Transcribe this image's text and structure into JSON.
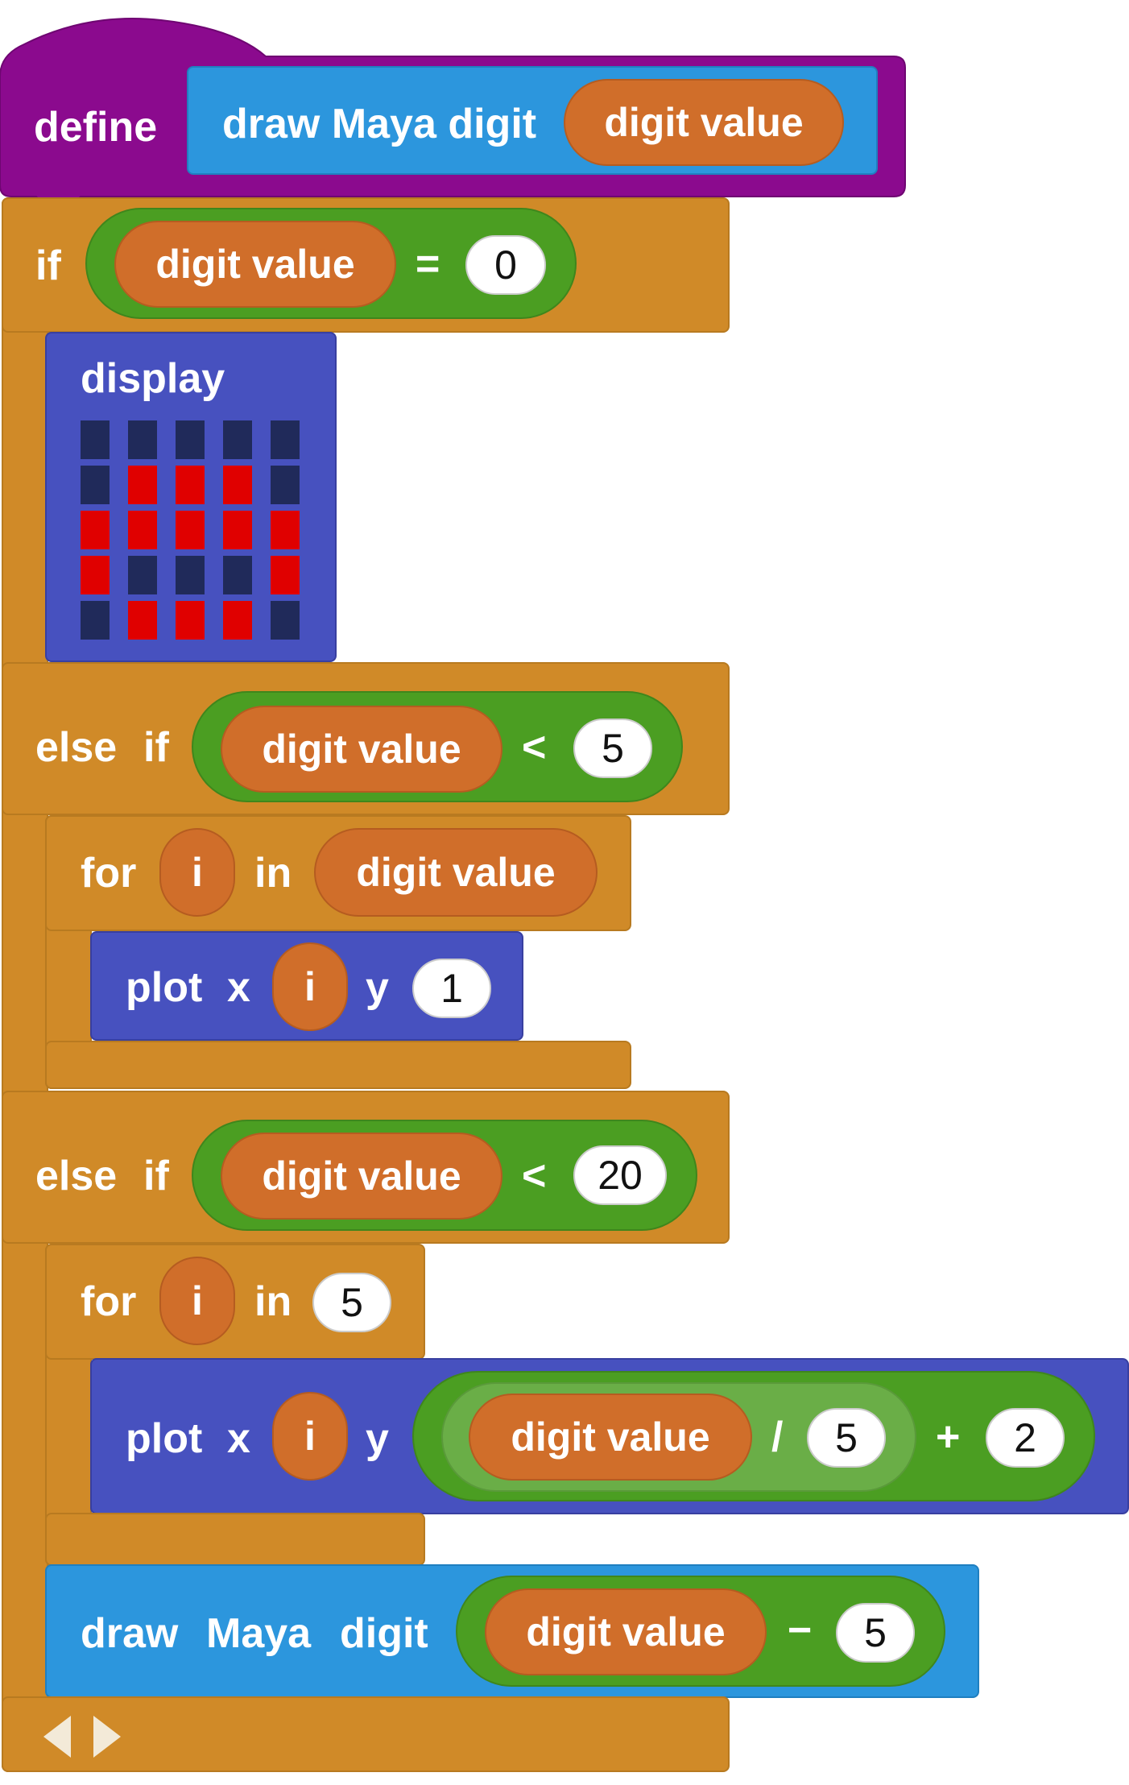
{
  "colors": {
    "control": "#d08a28",
    "define": "#8b0a8e",
    "custom_block": "#2c96dd",
    "display_block": "#4751bf",
    "operator": "#4b9e22",
    "operator_nested": "#6aae47",
    "variable": "#d06e2a",
    "led_on": "#e00000",
    "led_off": "#202a5a"
  },
  "define_block": {
    "keyword": "define",
    "signature_label": "draw Maya digit",
    "param": "digit value"
  },
  "if_branch": {
    "keyword": "if",
    "condition": {
      "left": "digit value",
      "operator": "=",
      "right": "0"
    },
    "display": {
      "label": "display",
      "matrix": [
        [
          0,
          0,
          0,
          0,
          0
        ],
        [
          0,
          1,
          1,
          1,
          0
        ],
        [
          1,
          1,
          1,
          1,
          1
        ],
        [
          1,
          0,
          0,
          0,
          1
        ],
        [
          0,
          1,
          1,
          1,
          0
        ]
      ]
    }
  },
  "else_if_1": {
    "keyword_else": "else",
    "keyword_if": "if",
    "condition": {
      "left": "digit value",
      "operator": "<",
      "right": "5"
    },
    "for_loop": {
      "keyword_for": "for",
      "var": "i",
      "keyword_in": "in",
      "range": "digit value",
      "plot": {
        "label": "plot",
        "x_label": "x",
        "x_value": "i",
        "y_label": "y",
        "y_value": "1"
      }
    }
  },
  "else_if_2": {
    "keyword_else": "else",
    "keyword_if": "if",
    "condition": {
      "left": "digit value",
      "operator": "<",
      "right": "20"
    },
    "for_loop": {
      "keyword_for": "for",
      "var": "i",
      "keyword_in": "in",
      "range": "5",
      "plot": {
        "label": "plot",
        "x_label": "x",
        "x_value": "i",
        "y_label": "y",
        "y_expr": {
          "inner_left": "digit value",
          "inner_op": "/",
          "inner_right": "5",
          "outer_op": "+",
          "outer_right": "2"
        }
      }
    },
    "recursive_call": {
      "word1": "draw",
      "word2": "Maya",
      "word3": "digit",
      "arg_left": "digit value",
      "arg_op": "−",
      "arg_right": "5"
    }
  },
  "footer": {
    "expand_icon": "arrow-left-icon",
    "collapse_icon": "arrow-right-icon"
  }
}
